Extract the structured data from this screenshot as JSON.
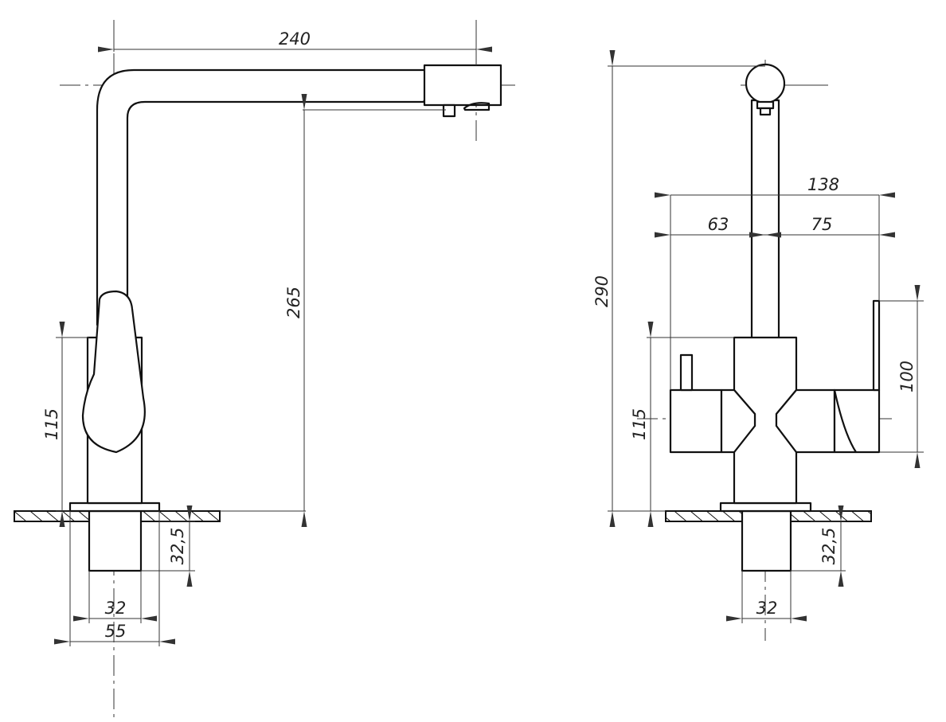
{
  "dimensions": {
    "side_reach": "240",
    "side_spout_height": "265",
    "side_body_height": "115",
    "side_thread_length": "32,5",
    "side_thread_diameter": "32",
    "side_base_width": "55",
    "front_total_height": "290",
    "front_handles_width": "138",
    "front_left_offset": "63",
    "front_right_offset": "75",
    "front_body_height": "115",
    "front_lever_height": "100",
    "front_thread_length": "32,5",
    "front_thread_diameter": "32"
  }
}
